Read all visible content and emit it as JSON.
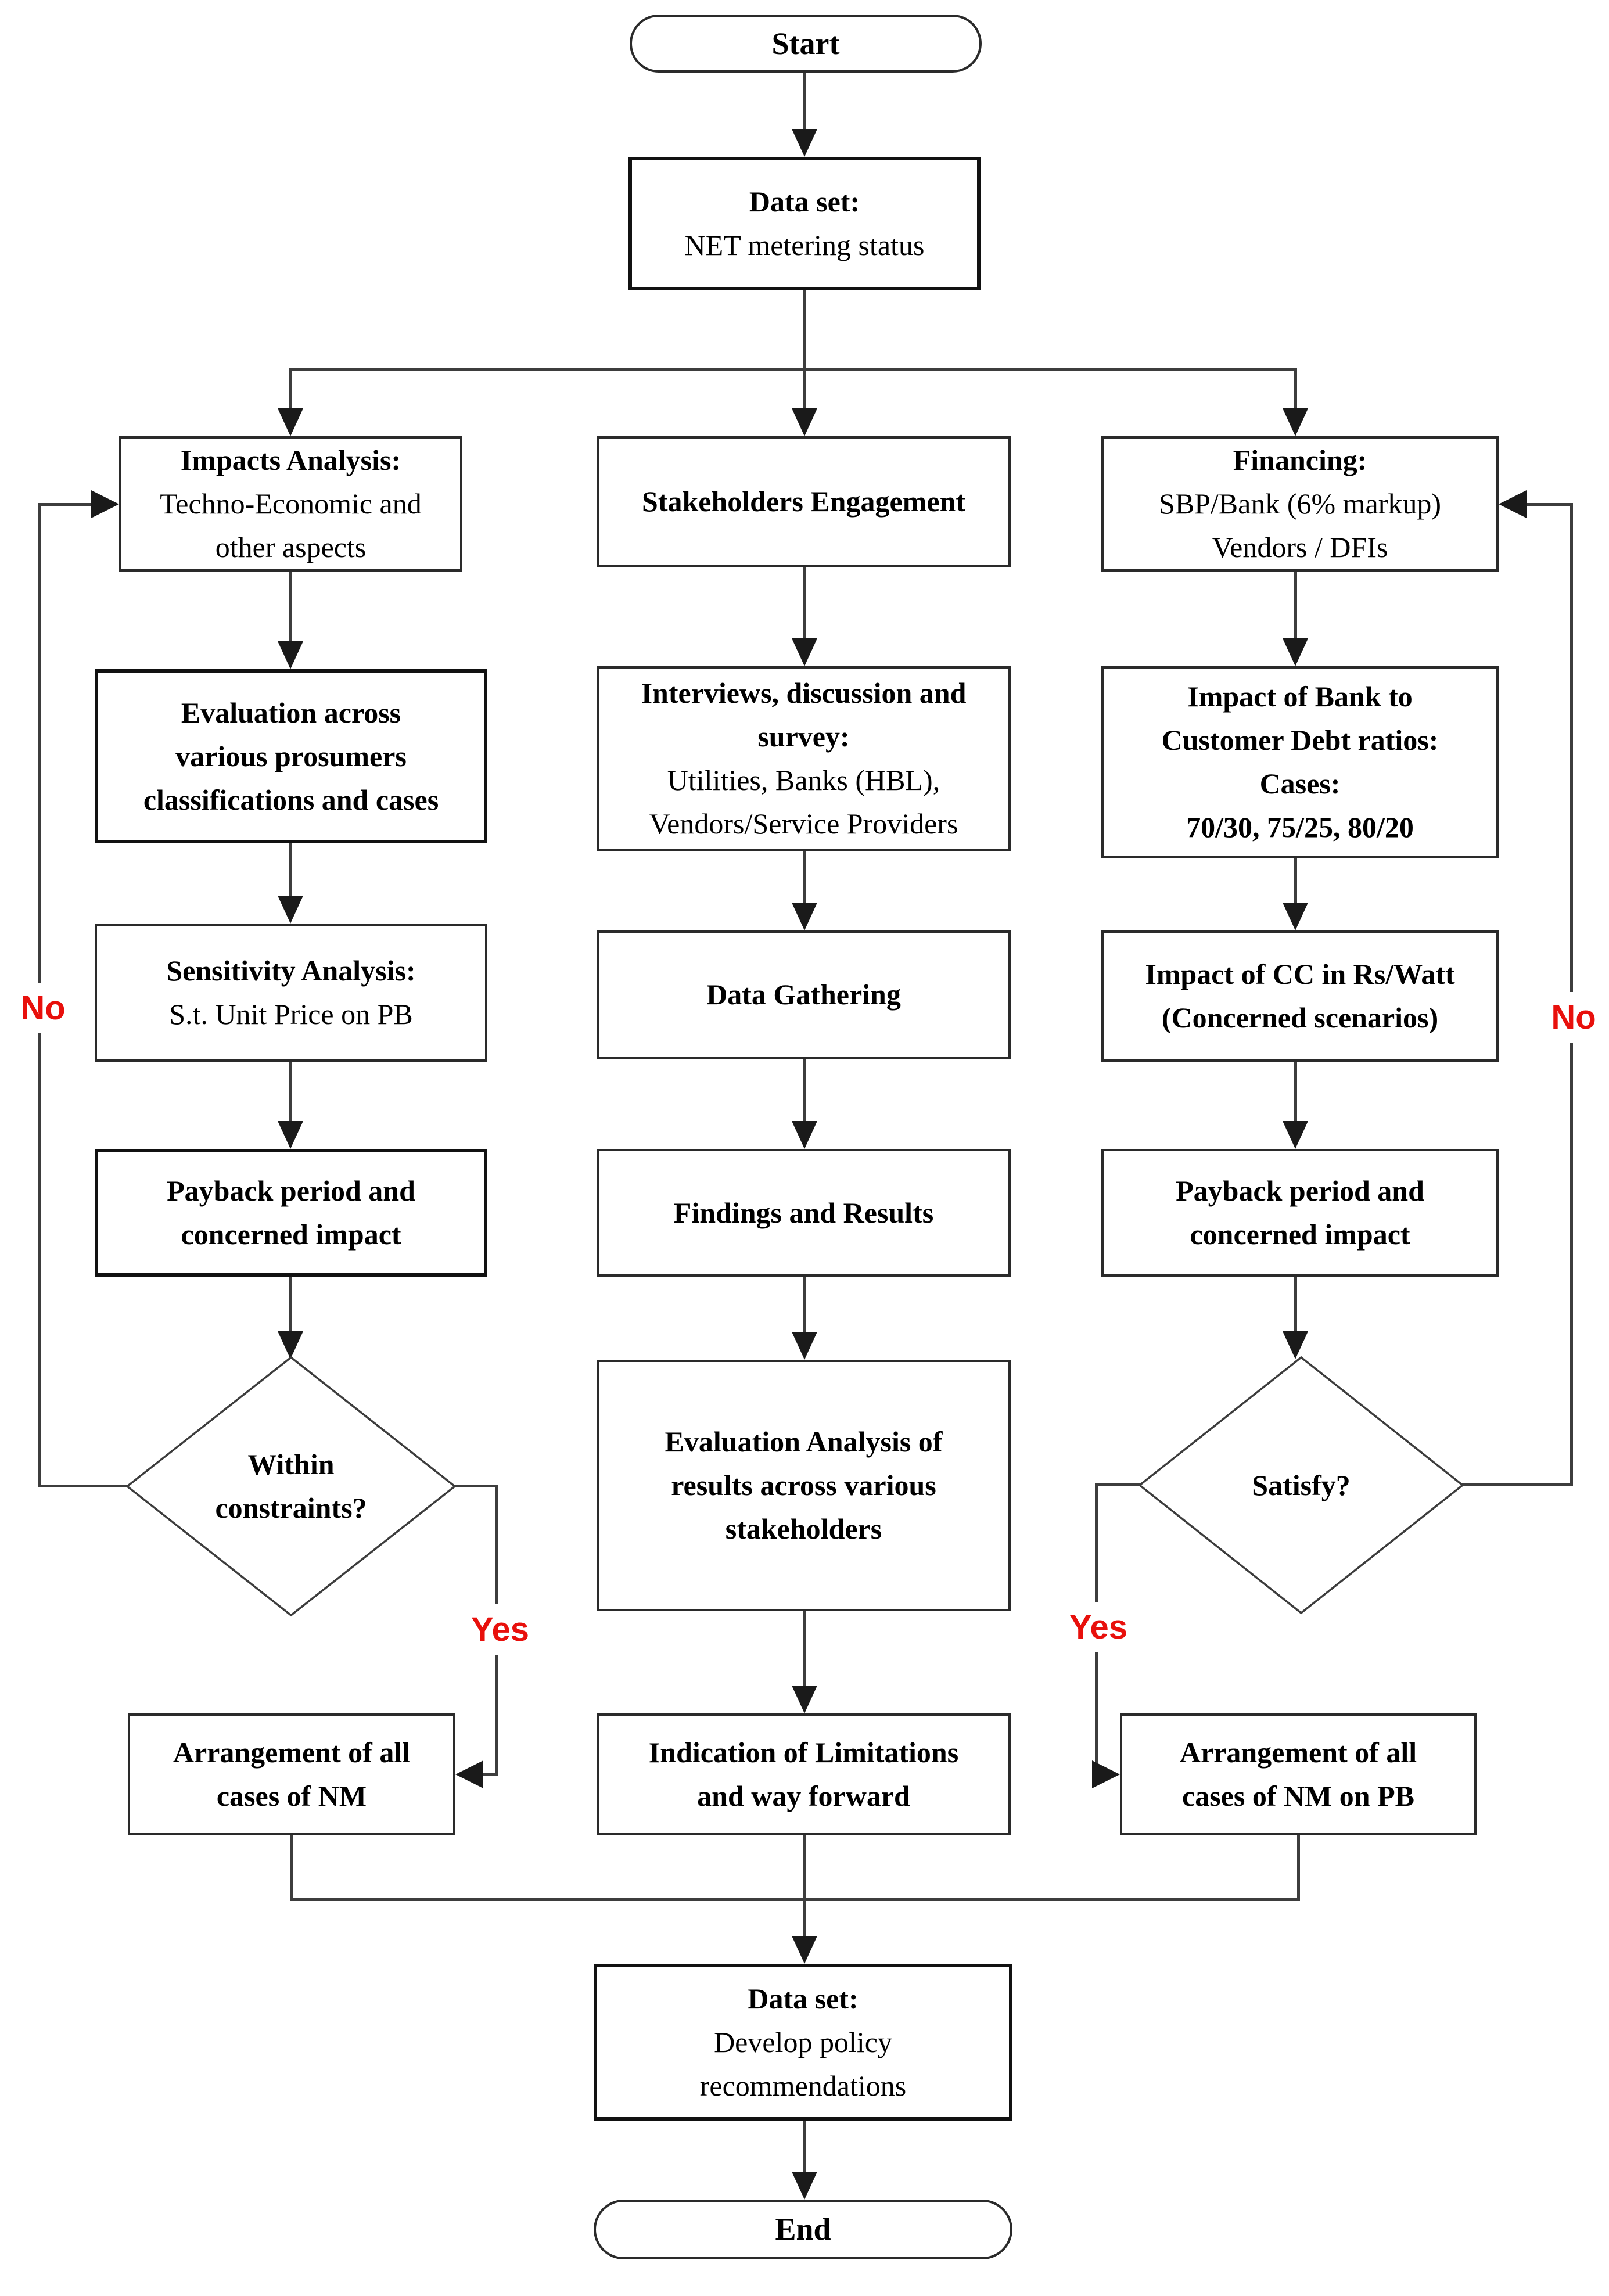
{
  "diagram": {
    "colors": {
      "line": "#3d3d3d",
      "border": "#2a2a2a",
      "border_strong": "#111111",
      "arrow": "#1a1a1a",
      "text": "#000000",
      "red": "#e8100c",
      "bg": "#ffffff"
    },
    "edge_labels": {
      "yes": "Yes",
      "no": "No"
    },
    "nodes": {
      "start": {
        "label": "Start"
      },
      "dataset_top": {
        "title": "Data set:",
        "line1": "NET metering status"
      },
      "impacts": {
        "title": "Impacts Analysis:",
        "line1": "Techno-Economic and",
        "line2": "other aspects"
      },
      "stakeholders": {
        "title": "Stakeholders Engagement"
      },
      "financing": {
        "title": "Financing:",
        "line1": "SBP/Bank (6% markup)",
        "line2": "Vendors / DFIs"
      },
      "evaluation": {
        "line1": "Evaluation across",
        "line2": "various prosumers",
        "line3": "classifications and cases"
      },
      "interviews": {
        "title1": "Interviews, discussion and",
        "title2": "survey:",
        "line1": "Utilities, Banks (HBL),",
        "line2": "Vendors/Service Providers"
      },
      "impact_bank": {
        "line1": "Impact of Bank to",
        "line2": "Customer Debt ratios:",
        "line3": "Cases:",
        "line4": "70/30, 75/25, 80/20"
      },
      "sensitivity": {
        "title": "Sensitivity Analysis:",
        "line1": "S.t. Unit Price on PB"
      },
      "data_gathering": {
        "title": "Data Gathering"
      },
      "impact_cc": {
        "line1": "Impact of CC in Rs/Watt",
        "line2": "(Concerned scenarios)"
      },
      "payback_left": {
        "line1": "Payback period and",
        "line2": "concerned impact"
      },
      "findings": {
        "title": "Findings and Results"
      },
      "payback_right": {
        "line1": "Payback period and",
        "line2": "concerned impact"
      },
      "within_constraints": {
        "line1": "Within",
        "line2": "constraints?"
      },
      "eval_analysis": {
        "line1": "Evaluation Analysis of",
        "line2": "results across various",
        "line3": "stakeholders"
      },
      "satisfy": {
        "line1": "Satisfy?"
      },
      "arrangement_nm": {
        "line1": "Arrangement of all",
        "line2": "cases of NM"
      },
      "indication": {
        "line1": "Indication of Limitations",
        "line2": "and way forward"
      },
      "arrangement_nm_pb": {
        "line1": "Arrangement of all",
        "line2": "cases of NM on PB"
      },
      "dataset_bottom": {
        "title": "Data set:",
        "line1": "Develop policy",
        "line2": "recommendations"
      },
      "end": {
        "label": "End"
      }
    }
  }
}
